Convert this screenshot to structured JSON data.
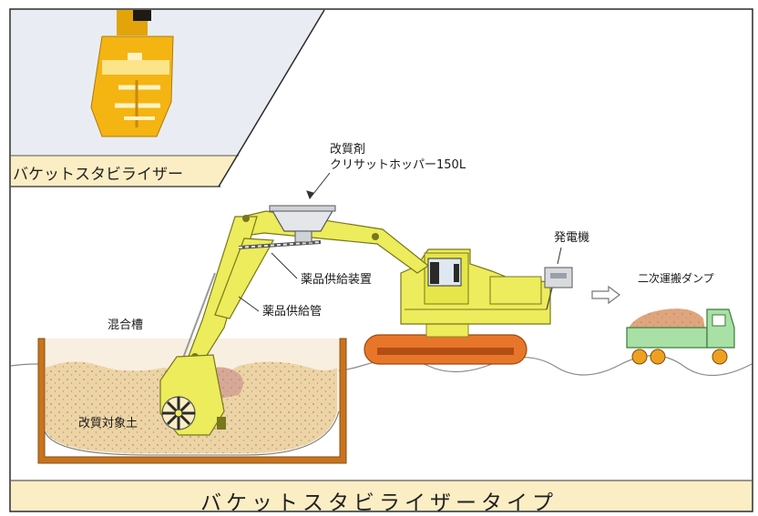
{
  "inset": {
    "caption": "バケットスタビライザー"
  },
  "labels": {
    "agent": "改質剤",
    "hopper": "クリサットホッパー150L",
    "generator": "発電機",
    "supply_device": "薬品供給装置",
    "supply_pipe": "薬品供給管",
    "mixing_tank": "混合槽",
    "dump_truck": "二次運搬ダンプ",
    "target_soil": "改質対象土"
  },
  "footer": {
    "title": "バケットスタビライザータイプ"
  },
  "colors": {
    "background": "#ffffff",
    "frame": "#2a2a2a",
    "caption_band": "#fbeec4",
    "inset_bg": "#e9edf3",
    "excavator": "#ecec5c",
    "crawler": "#e8762a",
    "soil": "#ecd4a6",
    "tank": "#c8741e",
    "truck": "#a8e0a6",
    "wheel": "#f0a020",
    "hopper": "#e4e6ea"
  }
}
